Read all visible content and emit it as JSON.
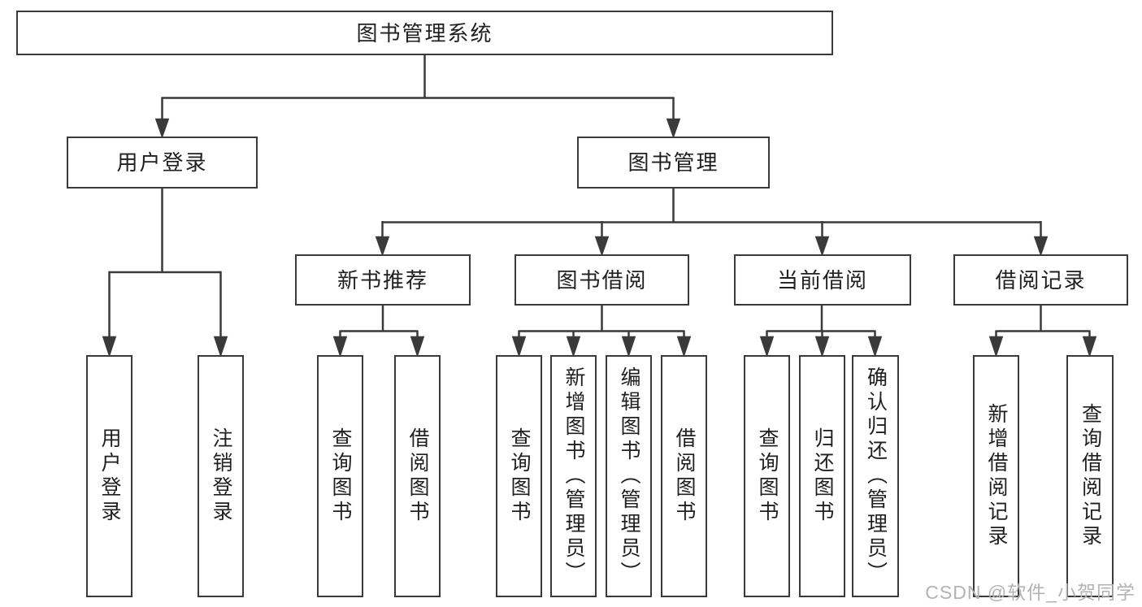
{
  "diagram": {
    "title": "图书管理系统",
    "type": "hierarchy-diagram"
  },
  "colors": {
    "line": "#3a3a3a",
    "box_border": "#3a3a3a",
    "text": "#1f1f1f",
    "background": "#ffffff",
    "watermark": "#b3b3b3"
  },
  "watermark": {
    "text": "CSDN @软件_小贺同学"
  },
  "tree": {
    "root": {
      "label": "图书管理系统"
    },
    "children": [
      {
        "label": "用户登录",
        "children": [
          {
            "label": "用户登录"
          },
          {
            "label": "注销登录"
          }
        ]
      },
      {
        "label": "图书管理",
        "children": [
          {
            "label": "新书推荐",
            "children": [
              {
                "label": "查询图书"
              },
              {
                "label": "借阅图书"
              }
            ]
          },
          {
            "label": "图书借阅",
            "children": [
              {
                "label": "查询图书"
              },
              {
                "label": "新增图书（管理员）"
              },
              {
                "label": "编辑图书（管理员）"
              },
              {
                "label": "借阅图书"
              }
            ]
          },
          {
            "label": "当前借阅",
            "children": [
              {
                "label": "查询图书"
              },
              {
                "label": "归还图书"
              },
              {
                "label": "确认归还（管理员）"
              }
            ]
          },
          {
            "label": "借阅记录",
            "children": [
              {
                "label": "新增借阅记录"
              },
              {
                "label": "查询借阅记录"
              }
            ]
          }
        ]
      }
    ]
  }
}
